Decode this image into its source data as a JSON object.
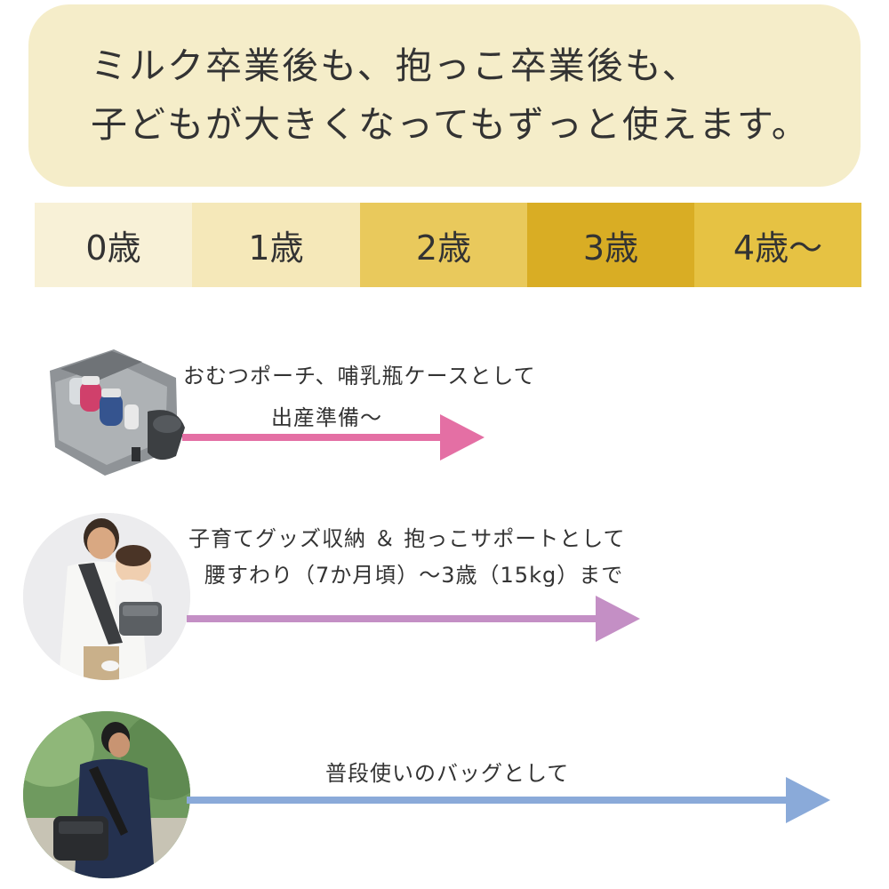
{
  "banner": {
    "line1": "ミルク卒業後も、抱っこ卒業後も、",
    "line2": "子どもが大きくなってもずっと使えます。",
    "background": "#f5edc9"
  },
  "ages": [
    {
      "label": "0歳",
      "color": "#f8f1d7"
    },
    {
      "label": "1歳",
      "color": "#f5e8b9"
    },
    {
      "label": "2歳",
      "color": "#e9c95c"
    },
    {
      "label": "3歳",
      "color": "#d9ad24"
    },
    {
      "label": "4歳〜",
      "color": "#e6c243"
    }
  ],
  "stages": [
    {
      "photo": "pouch-bag-photo",
      "caption_line1": "おむつポーチ、哺乳瓶ケースとして",
      "caption_line2": "出産準備〜",
      "arrow_color": "#e46fa4"
    },
    {
      "photo": "carrier-support-photo",
      "caption_line1": "子育てグッズ収納 ＆ 抱っこサポートとして",
      "caption_line2": "腰すわり（7か月頃）〜3歳（15kg）まで",
      "arrow_color": "#c48fc5"
    },
    {
      "photo": "daily-bag-photo",
      "caption_line1": "普段使いのバッグとして",
      "arrow_color": "#8aaad9"
    }
  ]
}
